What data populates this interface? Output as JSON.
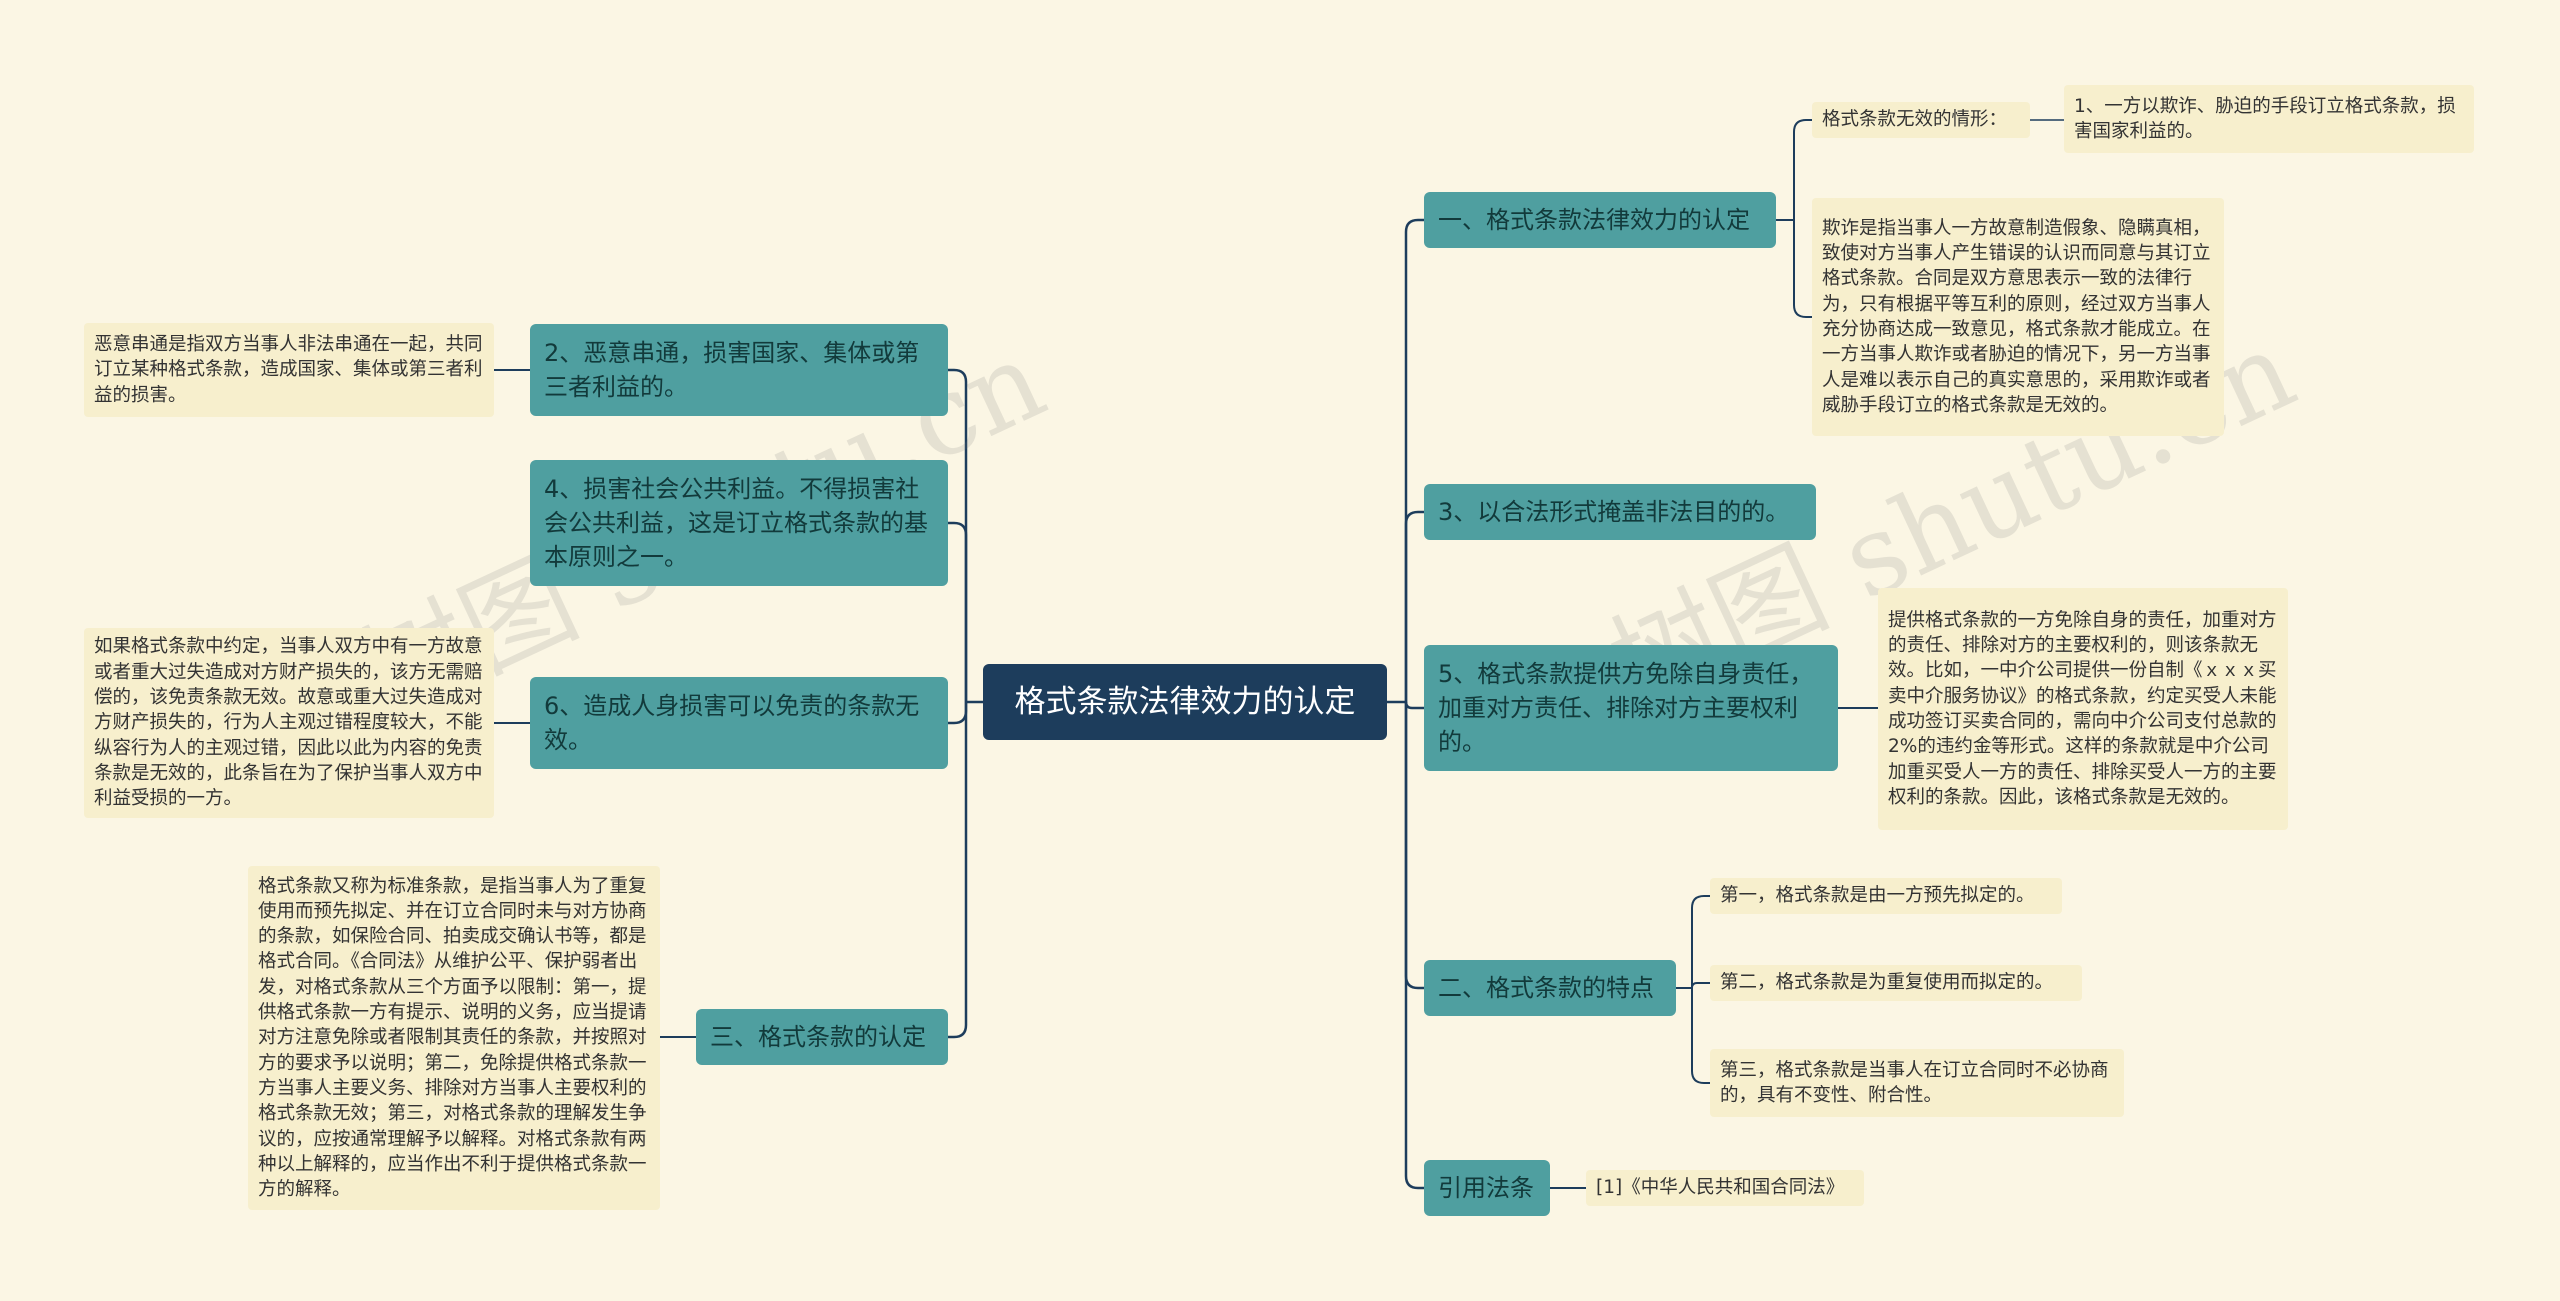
{
  "root": {
    "label": "格式条款法律效力的认定"
  },
  "colors": {
    "root": "#1d3d5c",
    "branch": "#4f9fa0",
    "leaf": "#f7efcd",
    "line": "#1d3d5c",
    "background": "#fbf6e4"
  },
  "watermark": "树图 shutu.cn",
  "right_branches": [
    {
      "label": "一、格式条款法律效力的认定",
      "children": [
        {
          "label": "格式条款无效的情形：",
          "children": [
            {
              "label": "1、一方以欺诈、胁迫的手段订立格式条款，损害国家利益的。"
            }
          ]
        },
        {
          "label": "欺诈是指当事人一方故意制造假象、隐瞒真相，致使对方当事人产生错误的认识而同意与其订立格式条款。合同是双方意思表示一致的法律行为，只有根据平等互利的原则，经过双方当事人充分协商达成一致意见，格式条款才能成立。在一方当事人欺诈或者胁迫的情况下，另一方当事人是难以表示自己的真实意思的，采用欺诈或者威胁手段订立的格式条款是无效的。"
        }
      ]
    },
    {
      "label": "3、以合法形式掩盖非法目的的。",
      "children": []
    },
    {
      "label": "5、格式条款提供方免除自身责任，加重对方责任、排除对方主要权利的。",
      "children": [
        {
          "label": "提供格式条款的一方免除自身的责任，加重对方的责任、排除对方的主要权利的，则该条款无效。比如，一中介公司提供一份自制《ｘｘｘ买卖中介服务协议》的格式条款，约定买受人未能成功签订买卖合同的，需向中介公司支付总款的2%的违约金等形式。这样的条款就是中介公司加重买受人一方的责任、排除买受人一方的主要权利的条款。因此，该格式条款是无效的。"
        }
      ]
    },
    {
      "label": "二、格式条款的特点",
      "children": [
        {
          "label": "第一，格式条款是由一方预先拟定的。"
        },
        {
          "label": "第二，格式条款是为重复使用而拟定的。"
        },
        {
          "label": "第三，格式条款是当事人在订立合同时不必协商的，具有不变性、附合性。"
        }
      ]
    },
    {
      "label": "引用法条",
      "children": [
        {
          "label": "[1]《中华人民共和国合同法》"
        }
      ]
    }
  ],
  "left_branches": [
    {
      "label": "2、恶意串通，损害国家、集体或第三者利益的。",
      "children": [
        {
          "label": "恶意串通是指双方当事人非法串通在一起，共同订立某种格式条款，造成国家、集体或第三者利益的损害。"
        }
      ]
    },
    {
      "label": "4、损害社会公共利益。不得损害社会公共利益，这是订立格式条款的基本原则之一。",
      "children": []
    },
    {
      "label": "6、造成人身损害可以免责的条款无效。",
      "children": [
        {
          "label": "如果格式条款中约定，当事人双方中有一方故意或者重大过失造成对方财产损失的，该方无需赔偿的，该免责条款无效。故意或重大过失造成对方财产损失的，行为人主观过错程度较大，不能纵容行为人的主观过错，因此以此为内容的免责条款是无效的，此条旨在为了保护当事人双方中利益受损的一方。"
        }
      ]
    },
    {
      "label": "三、格式条款的认定",
      "children": [
        {
          "label": "格式条款又称为标准条款，是指当事人为了重复使用而预先拟定、并在订立合同时未与对方协商的条款，如保险合同、拍卖成交确认书等，都是格式合同。《合同法》从维护公平、保护弱者出发，对格式条款从三个方面予以限制：第一，提供格式条款一方有提示、说明的义务，应当提请对方注意免除或者限制其责任的条款，并按照对方的要求予以说明；第二，免除提供格式条款一方当事人主要义务、排除对方当事人主要权利的格式条款无效；第三，对格式条款的理解发生争议的，应按通常理解予以解释。对格式条款有两种以上解释的，应当作出不利于提供格式条款一方的解释。"
        }
      ]
    }
  ]
}
